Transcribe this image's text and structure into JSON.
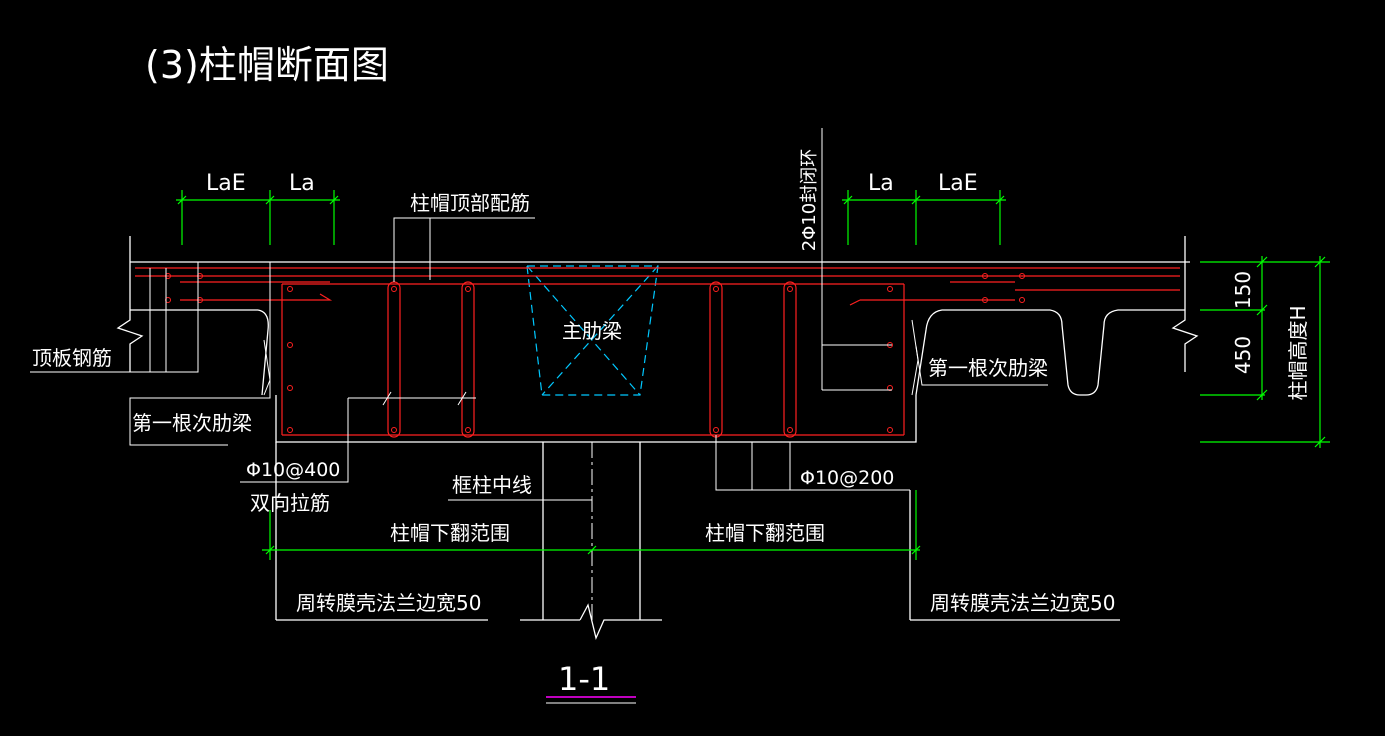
{
  "title": "(3)柱帽断面图",
  "section_label": "1-1",
  "dims": {
    "left_lae": "LaE",
    "left_la": "La",
    "right_la": "La",
    "right_lae": "LaE",
    "h150": "150",
    "h450": "450",
    "total_h": "柱帽高度H"
  },
  "labels": {
    "top_rebar": "柱帽顶部配筋",
    "closing_ring": "2Φ10封闭环",
    "main_beam": "主肋梁",
    "slab_rebar": "顶板钢筋",
    "first_rib_left": "第一根次肋梁",
    "first_rib_right": "第一根次肋梁",
    "tie_spec": "Φ10@400",
    "tie_desc": "双向拉筋",
    "column_center": "框柱中线",
    "stirrup_spec": "Φ10@200",
    "range_left": "柱帽下翻范围",
    "range_right": "柱帽下翻范围",
    "flange_left": "周转膜壳法兰边宽50",
    "flange_right": "周转膜壳法兰边宽50"
  },
  "colors": {
    "background": "#000000",
    "outline": "#ffffff",
    "rebar": "#ff2020",
    "dimension": "#00ff00",
    "beam": "#00c8ff",
    "underline": "#ff00ff"
  }
}
